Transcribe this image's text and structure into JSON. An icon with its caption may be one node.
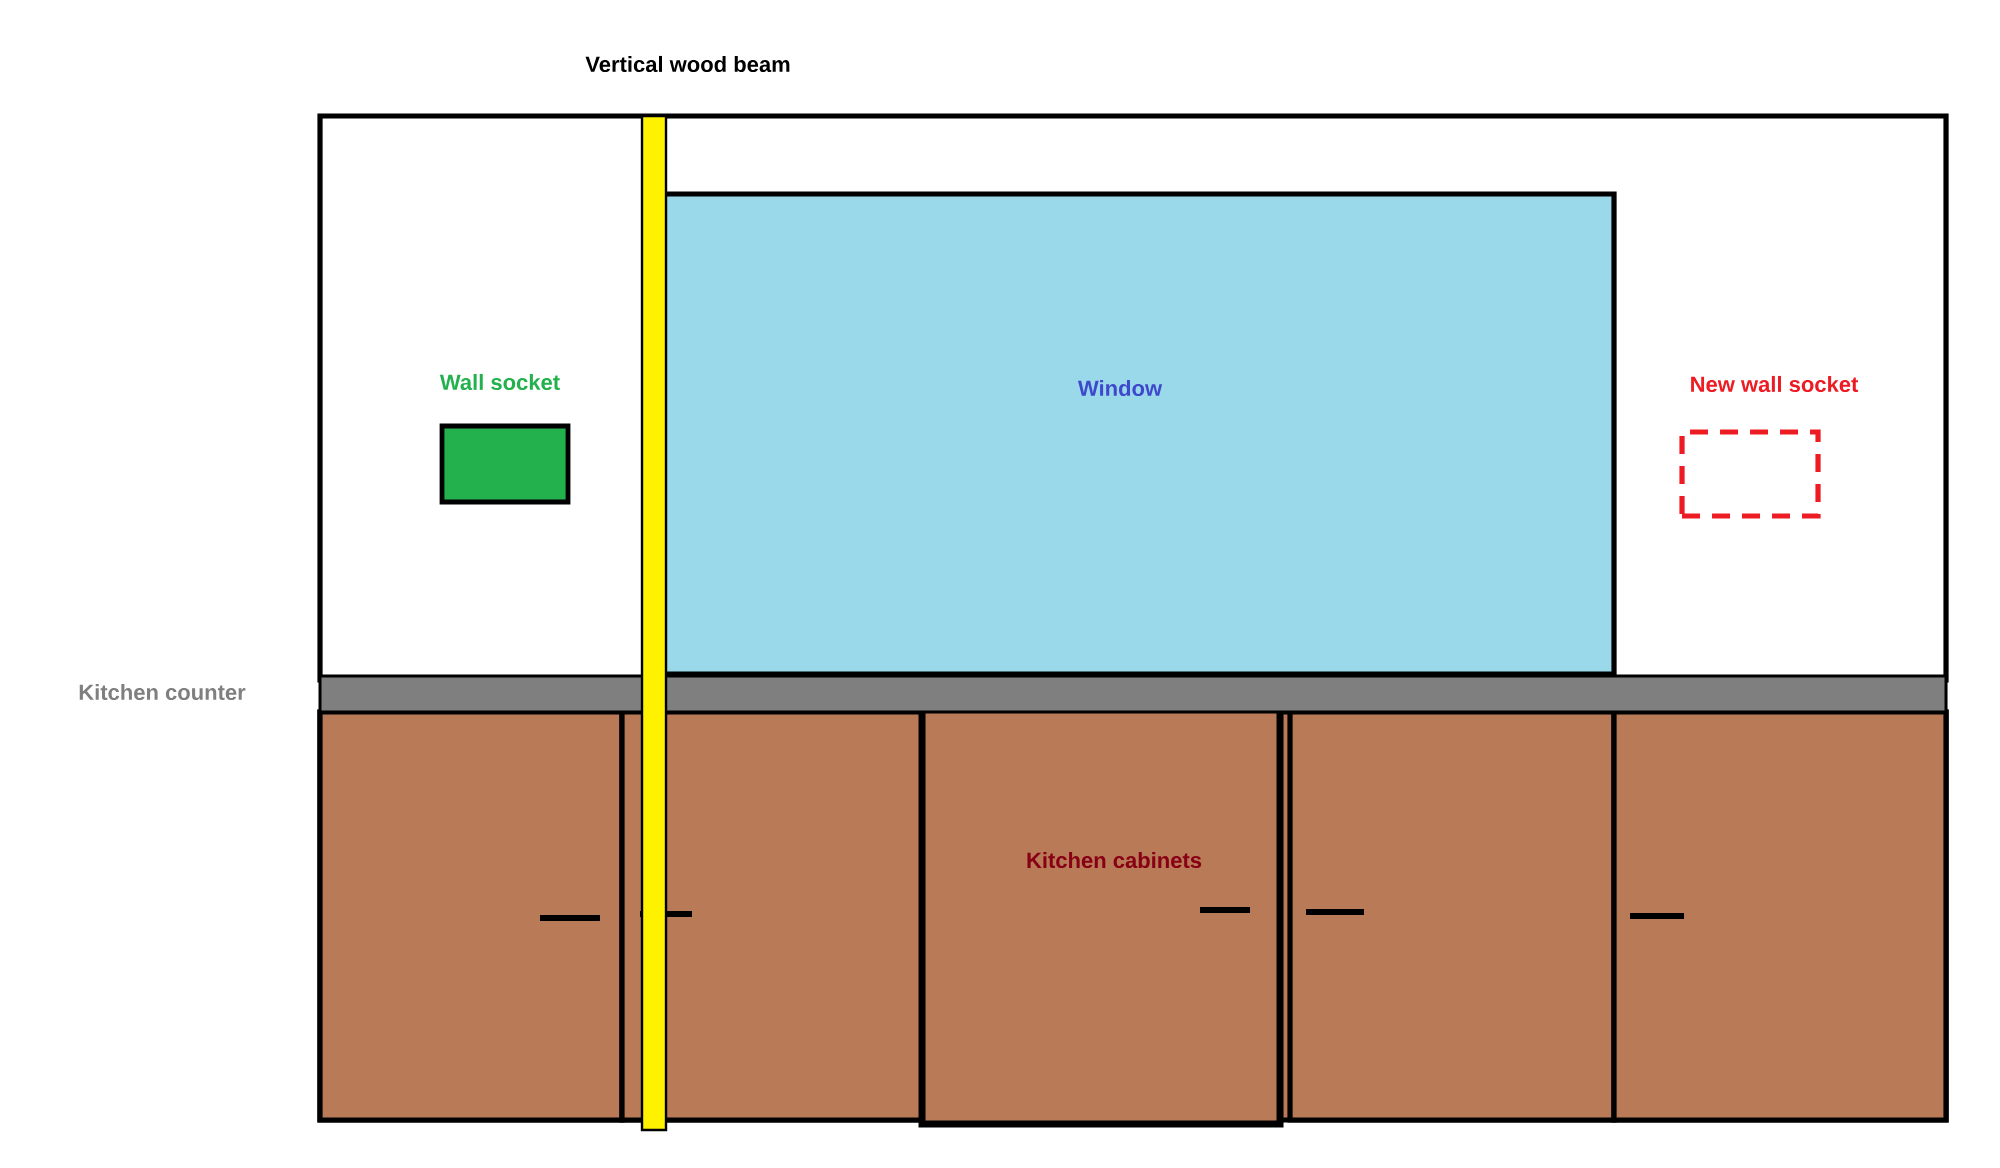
{
  "diagram": {
    "nodes": [
      {
        "text": [],
        "shape": "box"
      },
      {
        "text": [
          "Vertical wood beam"
        ]
      },
      {
        "text": [
          "Window"
        ],
        "in": 0
      },
      {
        "text": [
          "Wall socket"
        ],
        "in": 0
      },
      {
        "text": [
          "New wall socket"
        ],
        "in": 0
      },
      {
        "text": [
          "Kitchen counter"
        ]
      },
      {
        "text": [
          "Kitchen cabinets"
        ]
      }
    ]
  }
}
